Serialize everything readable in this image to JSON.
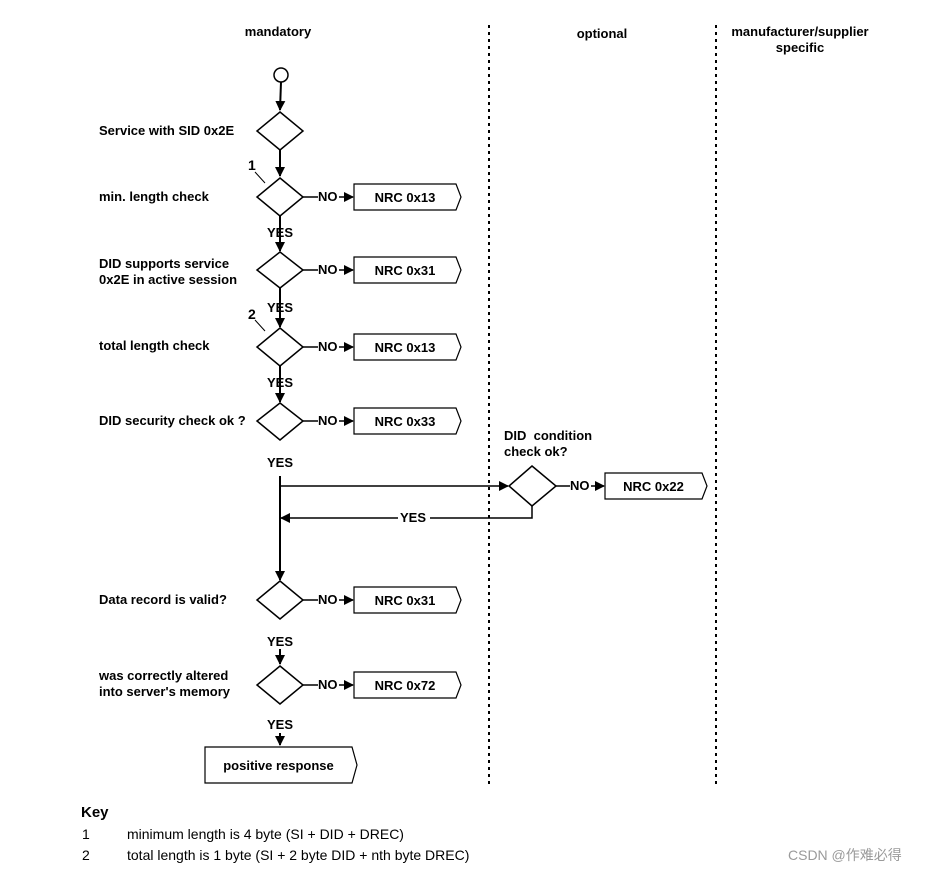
{
  "columns": {
    "mandatory": "mandatory",
    "optional": "optional",
    "manufacturer_line1": "manufacturer/supplier",
    "manufacturer_line2": "specific"
  },
  "steps": [
    {
      "id": "service",
      "label": "Service with SID 0x2E"
    },
    {
      "id": "min_length",
      "label": "min. length check",
      "marker": "1",
      "nrc": "NRC 0x13"
    },
    {
      "id": "did_supports",
      "label": "DID supports service\n0x2E in active session",
      "nrc": "NRC 0x31"
    },
    {
      "id": "total_length",
      "label": "total length check",
      "marker": "2",
      "nrc": "NRC 0x13"
    },
    {
      "id": "security",
      "label": "DID security check ok ?",
      "nrc": "NRC 0x33"
    },
    {
      "id": "condition",
      "label": "DID  condition\ncheck ok?",
      "nrc": "NRC 0x22"
    },
    {
      "id": "data_valid",
      "label": "Data record is valid?",
      "nrc": "NRC 0x31"
    },
    {
      "id": "altered",
      "label": "was correctly altered\ninto server's memory",
      "nrc": "NRC 0x72"
    }
  ],
  "branch_labels": {
    "no": "NO",
    "yes": "YES"
  },
  "final": "positive response",
  "key": {
    "title": "Key",
    "items": [
      {
        "num": "1",
        "text": "minimum length is 4 byte (SI + DID + DREC)"
      },
      {
        "num": "2",
        "text": "total length is 1 byte (SI + 2 byte DID + nth byte DREC)"
      }
    ]
  },
  "watermark": "CSDN @作难必得"
}
